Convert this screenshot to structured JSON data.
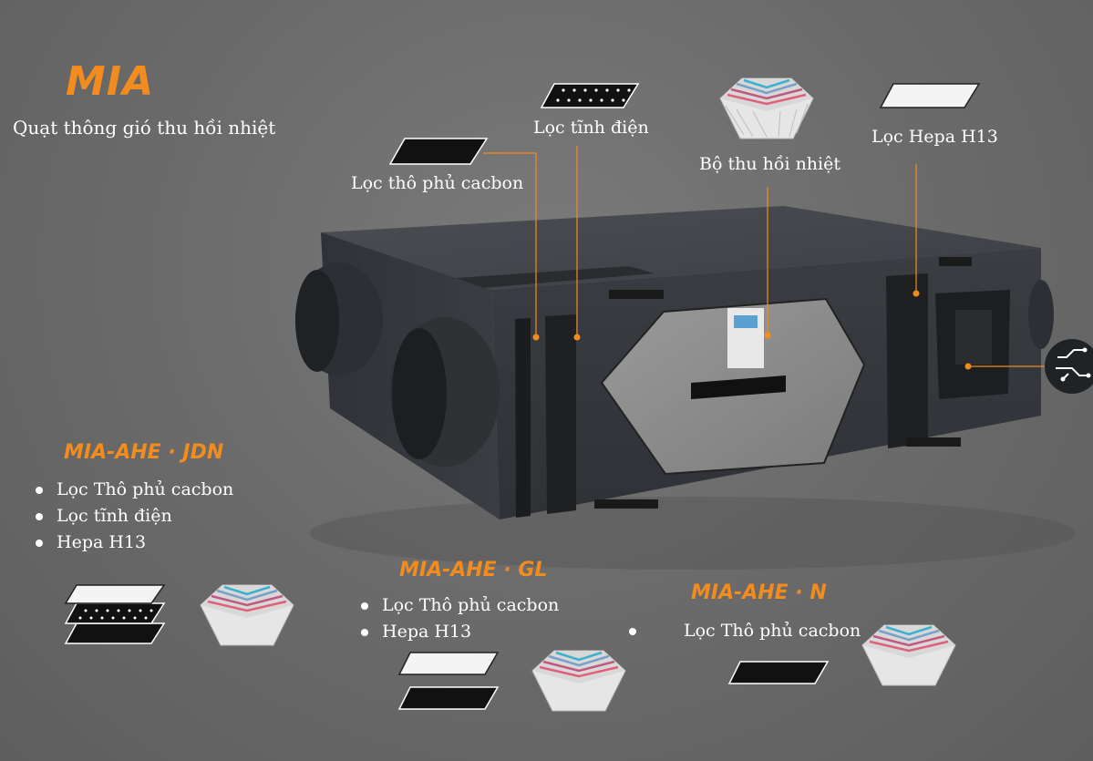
{
  "header": {
    "brand": "MIA",
    "subtitle": "Quạt thông gió thu hồi nhiệt"
  },
  "components": {
    "coarse_filter": "Lọc thô phủ cacbon",
    "electrostatic_filter": "Lọc tĩnh điện",
    "heat_exchanger": "Bộ thu hồi nhiệt",
    "hepa_filter": "Lọc Hepa H13"
  },
  "models": [
    {
      "name": "MIA-AHE · JDN",
      "features": [
        "Lọc Thô phủ cacbon",
        "Lọc tĩnh điện",
        "Hepa H13"
      ]
    },
    {
      "name": "MIA-AHE · GL",
      "features": [
        "Lọc Thô phủ cacbon",
        "Hepa H13"
      ]
    },
    {
      "name": "MIA-AHE · N",
      "features": [
        "Lọc Thô phủ cacbon"
      ]
    }
  ],
  "colors": {
    "accent": "#f28c1f",
    "background": "#6c6c6c",
    "unit_body": "#3a3e42",
    "heat_hot": "#e0607a",
    "heat_cold": "#3ab0d0"
  }
}
